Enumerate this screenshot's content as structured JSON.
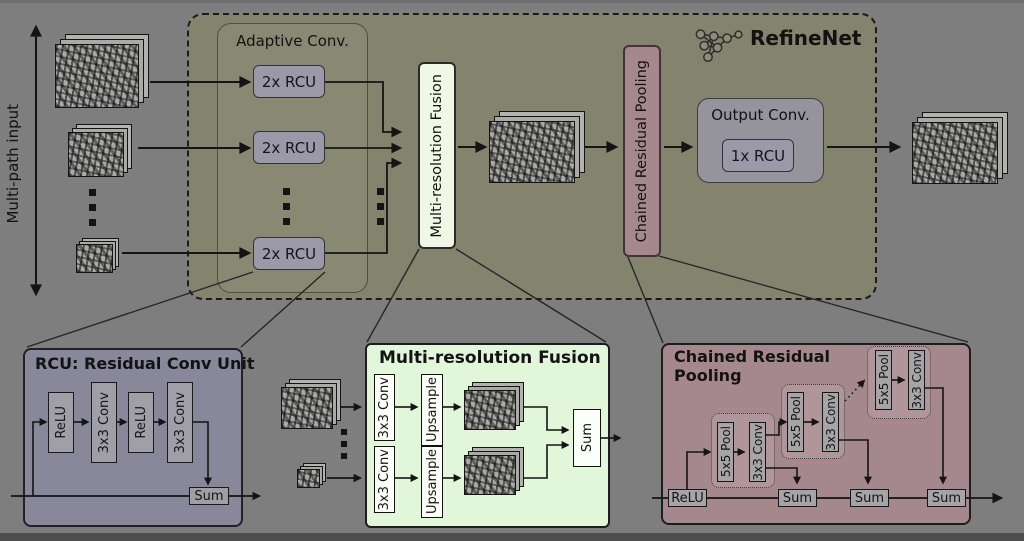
{
  "figure": {
    "multipath_input_label": "Multi-path input",
    "refinenet_title": "RefineNet",
    "adaptive_conv_title": "Adaptive Conv.",
    "adaptive_blocks": [
      "2x RCU",
      "2x RCU",
      "2x RCU"
    ],
    "fusion_bar_label": "Multi-resolution Fusion",
    "crp_bar_label": "Chained Residual Pooling",
    "output_conv_title": "Output Conv.",
    "output_conv_block": "1x RCU",
    "rcu_panel": {
      "title": "RCU: Residual Conv Unit",
      "block1": "ReLU",
      "block2": "3x3 Conv",
      "block3": "ReLU",
      "block4": "3x3 Conv",
      "sum_label": "Sum"
    },
    "fusion_panel": {
      "title": "Multi-resolution Fusion",
      "row1_conv": "3x3 Conv",
      "row1_upsample": "Upsample",
      "row2_conv": "3x3 Conv",
      "row2_upsample": "Upsample",
      "sum_label": "Sum"
    },
    "crp_panel": {
      "title_line1": "Chained Residual",
      "title_line2": "Pooling",
      "relu_label": "ReLU",
      "group1_pool": "5x5 Pool",
      "group1_conv": "3x3 Conv",
      "group2_pool": "5x5 Pool",
      "group2_conv": "3x3 Conv",
      "group3_pool": "5x5 Pool",
      "group3_conv": "3x3 Conv",
      "sum1": "Sum",
      "sum2": "Sum",
      "sum3": "Sum"
    },
    "colors": {
      "canvas_bg": "#7e7e7e",
      "refinenet_bg": "#84846e",
      "rcu_block_fill": "#9b99a8",
      "fusion_accent": "#eff8e4",
      "fusion_panel_fill": "#e2f6d9",
      "crp_accent": "#a5878e",
      "rcu_panel_fill": "#89879a",
      "line_color": "#141414"
    }
  }
}
